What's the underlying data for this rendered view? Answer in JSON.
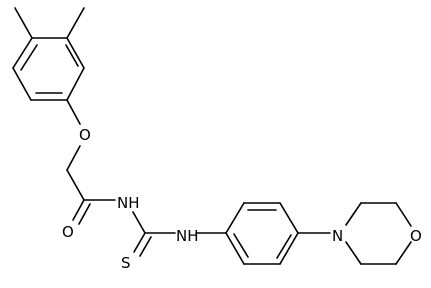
{
  "structure": {
    "atom_labels": {
      "ether_oxygen": "O",
      "carbonyl_oxygen": "O",
      "amide_nitrogen": "NH",
      "thioamide_nitrogen": "NH",
      "thione_sulfur": "S",
      "morpholine_nitrogen": "N",
      "morpholine_oxygen": "O"
    }
  },
  "colors": {
    "bond": "#000000",
    "label": "#000000",
    "background": "#ffffff"
  }
}
